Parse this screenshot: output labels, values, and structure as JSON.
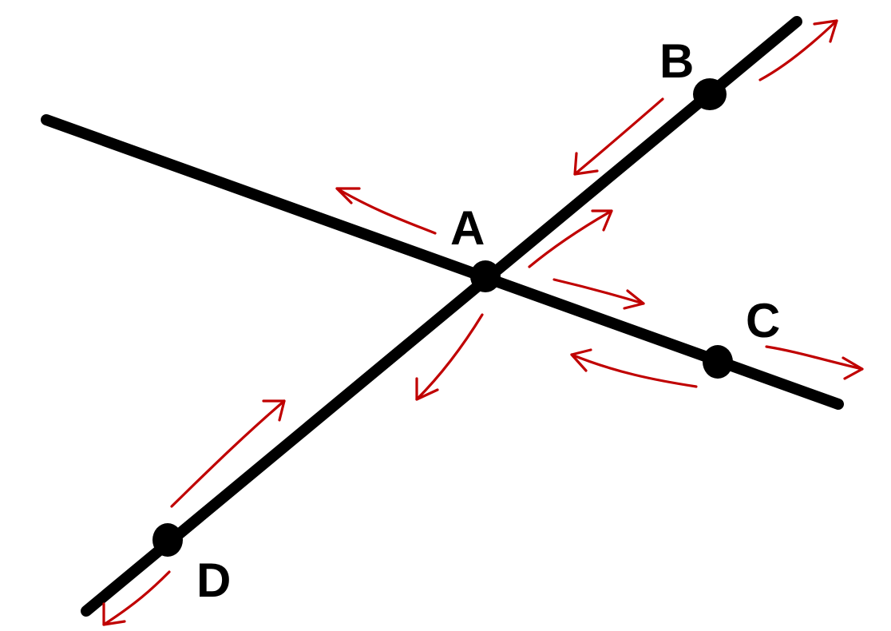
{
  "points": {
    "A": "A",
    "B": "B",
    "C": "C",
    "D": "D"
  },
  "colors": {
    "line": "#000000",
    "arrow": "#c00000",
    "background": "#ffffff"
  }
}
